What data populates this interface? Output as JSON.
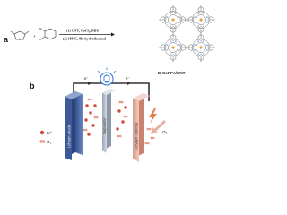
{
  "panels": {
    "a": {
      "label": "a",
      "conditions_line1": "(1) CNT,  CoCl₂,  DBU",
      "conditions_line2": "(2) 180°C,  8h,  hydrothermal",
      "product_label": "D-CoPPc/CNT"
    },
    "b": {
      "label": "b",
      "electron_left": "e⁻",
      "electron_right": "e⁻",
      "anode_label": "Lithium anode",
      "separator_label": "Separator",
      "cathode_label": "Oxygen cathode",
      "oxygen_label": "O₂",
      "legend": [
        {
          "label": "Li⁺",
          "color": "#d2483b"
        },
        {
          "label": "O₂",
          "color": "#e79a86"
        }
      ]
    }
  },
  "colors": {
    "anode": "#4f6aa8",
    "separator": "#b9c2cf",
    "cathode": "#e5b3a3",
    "lithium_ion": "#d2483b",
    "oxygen": "#e79a86",
    "bulb": "#3a7fd6"
  }
}
